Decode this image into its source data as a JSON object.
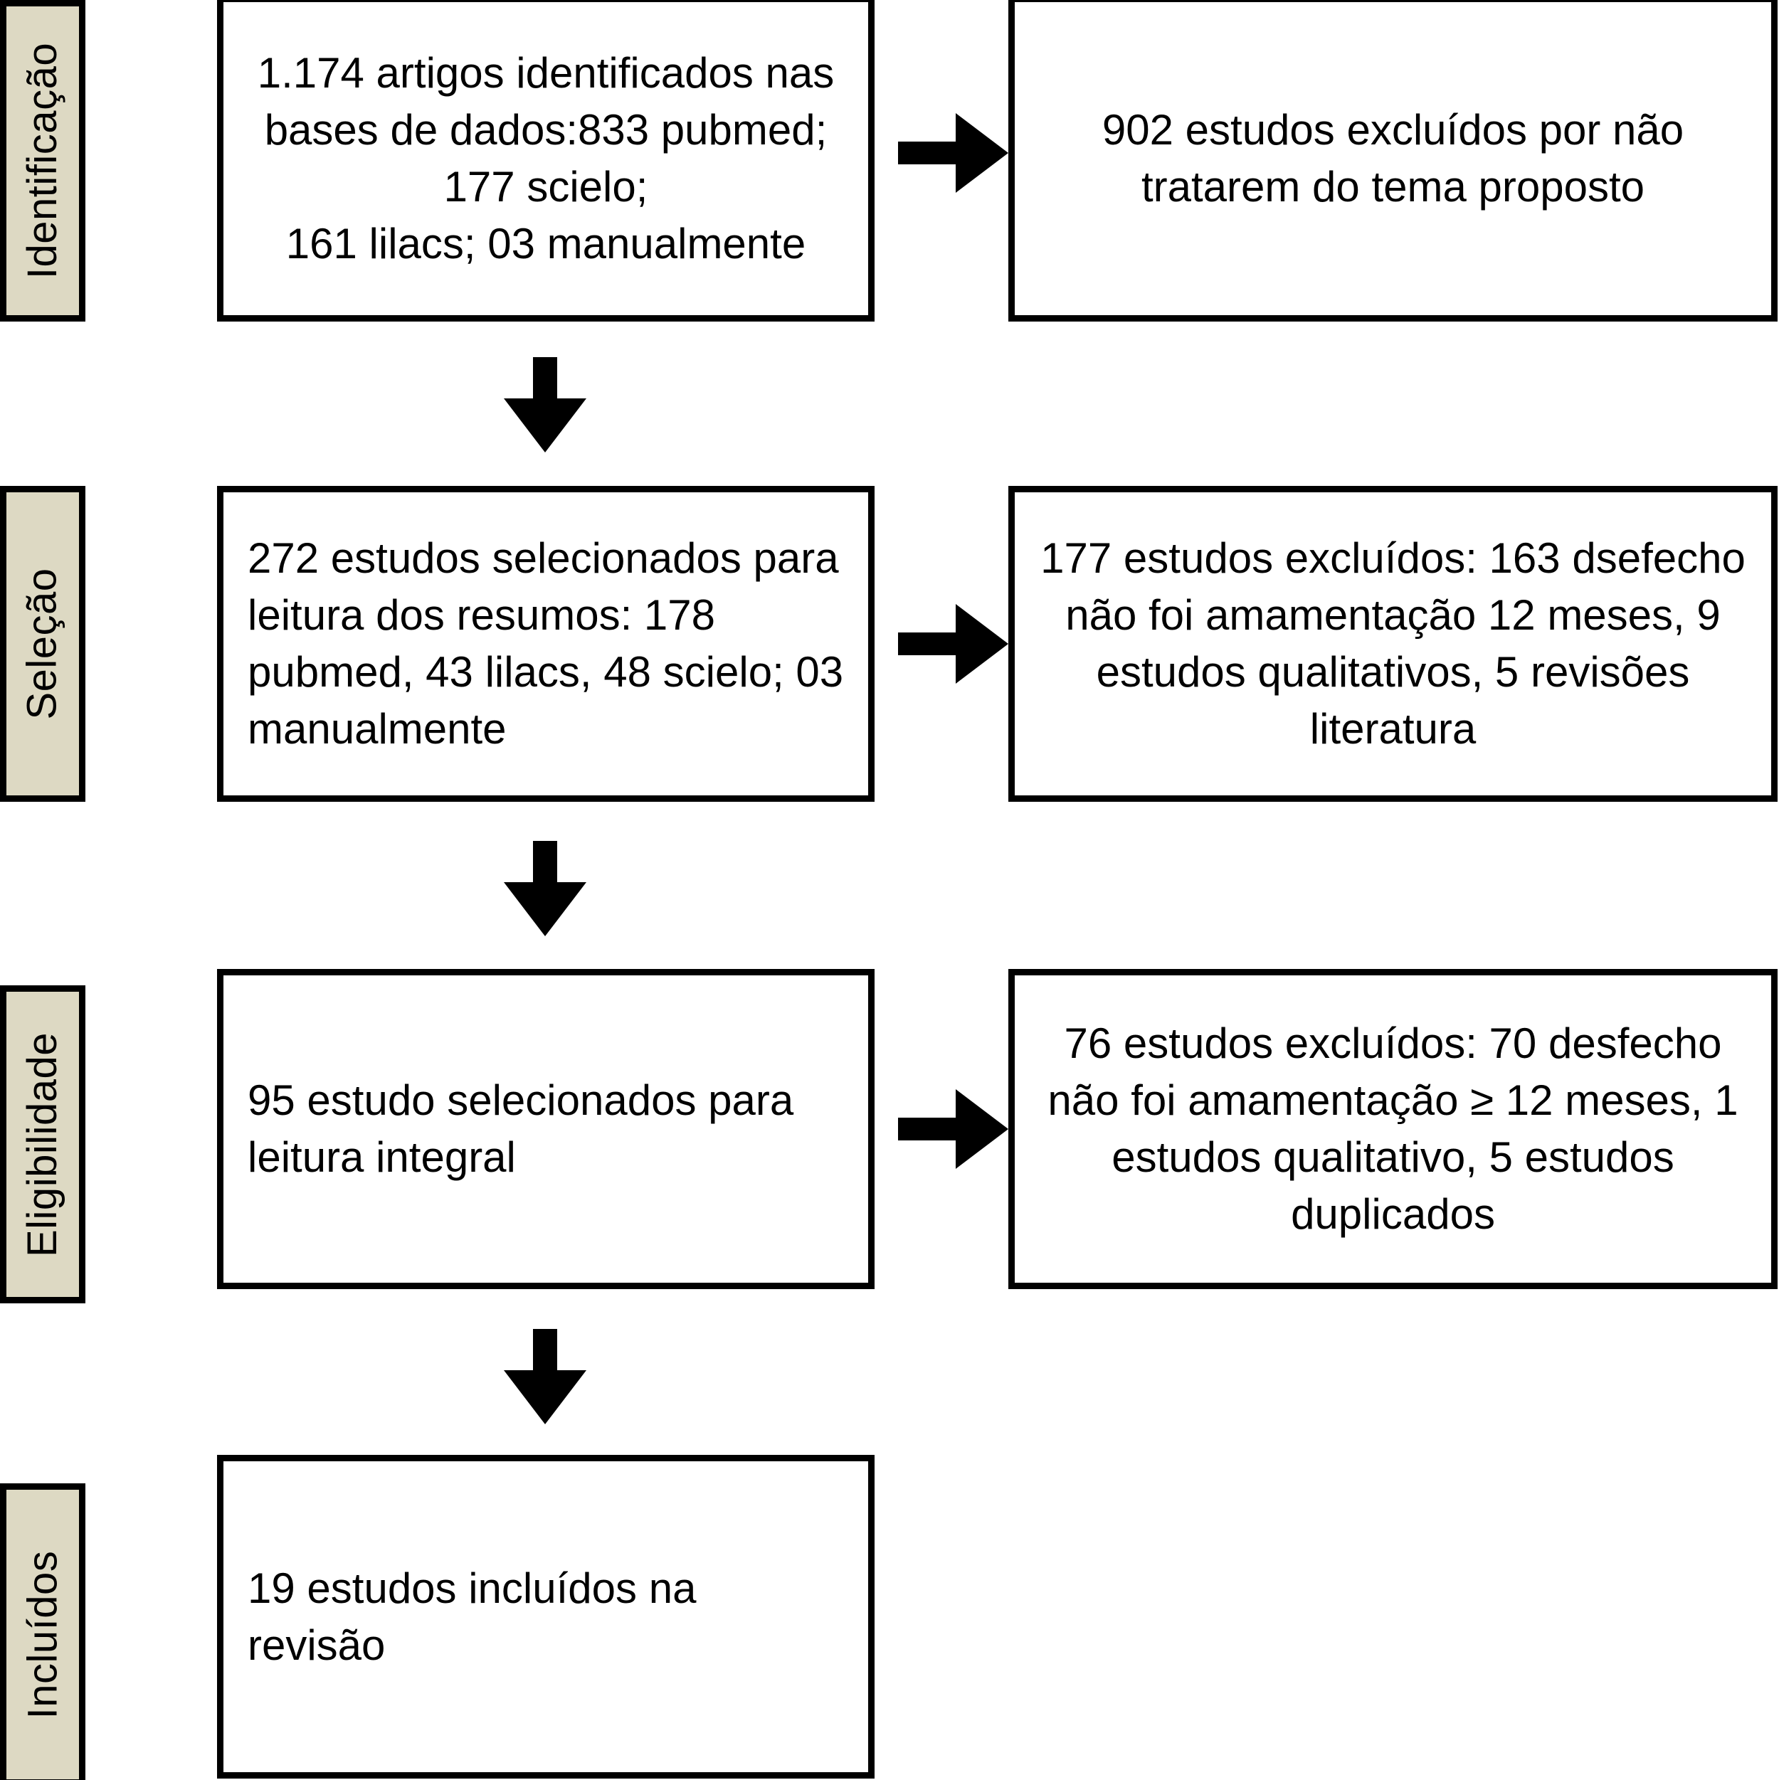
{
  "diagram": {
    "title": "PRISMA flow diagram",
    "language": "pt-BR",
    "colors": {
      "stage_label_background": "#DDD9C3",
      "border": "#000000",
      "box_background": "#FFFFFF",
      "text": "#000000",
      "arrow": "#000000"
    }
  },
  "stages": [
    {
      "label": "Identificação"
    },
    {
      "label": "Seleção"
    },
    {
      "label": "Eligibilidade"
    },
    {
      "label": "Incluídos"
    }
  ],
  "boxes": {
    "identification_included": "1.174 artigos identificados nas bases de dados:833 pubmed;\n177 scielo;\n161 lilacs; 03 manualmente",
    "identification_excluded": "902 estudos excluídos por não tratarem do tema proposto",
    "selection_included": "272 estudos selecionados para leitura dos resumos: 178 pubmed, 43 lilacs, 48 scielo; 03 manualmente",
    "selection_excluded": "177 estudos excluídos: 163 dsefecho não foi amamentação 12 meses, 9 estudos qualitativos, 5 revisões literatura",
    "eligibility_included": "95 estudo selecionados para leitura integral",
    "eligibility_excluded": "76 estudos excluídos:  70 desfecho não foi amamentação ≥ 12 meses, 1 estudos qualitativo, 5 estudos duplicados",
    "included_final": "19 estudos incluídos na revisão"
  },
  "chart_data": {
    "type": "diagram",
    "title": "PRISMA flow diagram",
    "stages": [
      {
        "stage": "Identificação",
        "included": {
          "count": 1174,
          "text": "1.174 artigos identificados nas bases de dados:833 pubmed; 177 scielo; 161 lilacs; 03 manualmente",
          "sources": [
            {
              "name": "pubmed",
              "count": 833
            },
            {
              "name": "scielo",
              "count": 177
            },
            {
              "name": "lilacs",
              "count": 161
            },
            {
              "name": "manualmente",
              "count": 3
            }
          ]
        },
        "excluded": {
          "count": 902,
          "text": "902 estudos excluídos por não tratarem do tema proposto",
          "reasons": [
            {
              "reason": "não tratarem do tema proposto",
              "count": 902
            }
          ]
        }
      },
      {
        "stage": "Seleção",
        "included": {
          "count": 272,
          "text": "272 estudos selecionados para leitura dos resumos: 178 pubmed, 43 lilacs, 48 scielo; 03 manualmente",
          "sources": [
            {
              "name": "pubmed",
              "count": 178
            },
            {
              "name": "lilacs",
              "count": 43
            },
            {
              "name": "scielo",
              "count": 48
            },
            {
              "name": "manualmente",
              "count": 3
            }
          ]
        },
        "excluded": {
          "count": 177,
          "text": "177 estudos excluídos: 163 dsefecho não foi amamentação 12 meses, 9 estudos qualitativos, 5 revisões literatura",
          "reasons": [
            {
              "reason": "dsefecho não foi amamentação 12 meses",
              "count": 163
            },
            {
              "reason": "estudos qualitativos",
              "count": 9
            },
            {
              "reason": "revisões literatura",
              "count": 5
            }
          ]
        }
      },
      {
        "stage": "Eligibilidade",
        "included": {
          "count": 95,
          "text": "95 estudo selecionados para leitura integral"
        },
        "excluded": {
          "count": 76,
          "text": "76 estudos excluídos:  70 desfecho não foi amamentação ≥ 12 meses, 1 estudos qualitativo, 5 estudos duplicados",
          "reasons": [
            {
              "reason": "desfecho não foi amamentação ≥ 12 meses",
              "count": 70
            },
            {
              "reason": "estudos qualitativo",
              "count": 1
            },
            {
              "reason": "estudos duplicados",
              "count": 5
            }
          ]
        }
      },
      {
        "stage": "Incluídos",
        "included": {
          "count": 19,
          "text": "19 estudos incluídos na revisão"
        }
      }
    ]
  }
}
